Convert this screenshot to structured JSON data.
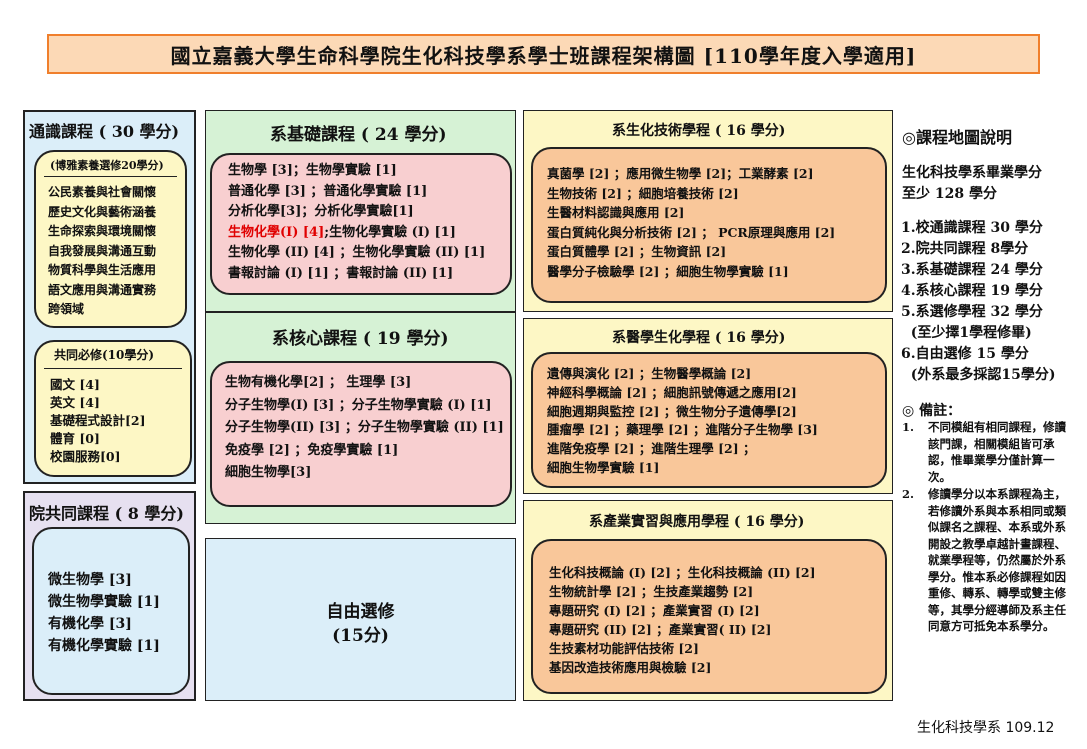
{
  "title": "國立嘉義大學生命科學院生化科技學系學士班課程架構圖 [110學年度入學適用]",
  "general": {
    "title": "通識課程 ( 30 學分)",
    "elective_box_title": "(博雅素養選修20學分)",
    "elective_items": [
      "公民素養與社會關懷",
      "歷史文化與藝術涵養",
      "生命探索與環境關懷",
      "自我發展與溝通互動",
      "物質科學與生活應用",
      "語文應用與溝通實務",
      "跨領域"
    ],
    "required_box_title": "共同必修(10學分)",
    "required_items": [
      "國文 [4]",
      "英文 [4]",
      "基礎程式設計[2]",
      "體育 [0]",
      "校園服務[0]"
    ]
  },
  "college": {
    "title": "院共同課程 ( 8 學分)",
    "items": [
      "微生物學 [3]",
      "微生物學實驗 [1]",
      "有機化學 [3]",
      "有機化學實驗 [1]"
    ]
  },
  "foundation": {
    "title": "系基礎課程 ( 24 學分)",
    "items": [
      "生物學 [3]；生物學實驗 [1]",
      "普通化學 [3] ；普通化學實驗 [1]",
      "分析化學[3]；分析化學實驗[1]"
    ],
    "highlight_item": "生物化學(I) [4]",
    "highlight_rest": ";生物化學實驗 (I) [1]",
    "items_after": [
      "生物化學 (II) [4] ；生物化學實驗 (II) [1]",
      "書報討論 (I) [1] ；書報討論 (II) [1]"
    ]
  },
  "core": {
    "title": "系核心課程 ( 19 學分)",
    "items": [
      "生物有機化學[2] ； 生理學 [3]",
      "分子生物學(I) [3] ；分子生物學實驗 (I) [1]",
      "分子生物學(II) [3] ；分子生物學實驗 (II) [1]",
      "免疫學 [2] ；免疫學實驗 [1]",
      "細胞生物學[3]"
    ]
  },
  "free": {
    "line1": "自由選修",
    "line2": "(15分)"
  },
  "biotech": {
    "title": "系生化技術學程 ( 16 學分)",
    "items": [
      "真菌學 [2] ；應用微生物學 [2]；工業酵素 [2]",
      "生物技術 [2] ；細胞培養技術 [2]",
      "生醫材料認識與應用 [2]",
      "蛋白質純化與分析技術 [2] ； PCR原理與應用 [2]",
      "蛋白質體學 [2] ；生物資訊 [2]",
      "醫學分子檢驗學 [2] ；細胞生物學實驗 [1]"
    ]
  },
  "medical": {
    "title": "系醫學生化學程 ( 16 學分)",
    "items": [
      "遺傳與演化 [2] ；生物醫學概論 [2]",
      "神經科學概論 [2] ；細胞訊號傳遞之應用[2]",
      "細胞週期與監控 [2] ；微生物分子遺傳學[2]",
      "腫瘤學 [2] ；藥理學 [2] ；進階分子生物學 [3]",
      "進階免疫學 [2] ；進階生理學 [2] ；",
      "細胞生物學實驗 [1]"
    ]
  },
  "industry": {
    "title": "系產業實習與應用學程 ( 16 學分)",
    "items": [
      "生化科技概論 (I) [2] ；生化科技概論 (II) [2]",
      "生物統計學 [2] ；生技產業趨勢 [2]",
      "專題研究 (I) [2] ；產業實習 (I) [2]",
      "專題研究 (II) [2] ；產業實習( II) [2]",
      "生技素材功能評估技術 [2]",
      "基因改造技術應用與檢驗 [2]"
    ]
  },
  "legend": {
    "title": "◎課程地圖說明",
    "summary1": "生化科技學系畢業學分",
    "summary2": "至少 128 學分",
    "lines": [
      "1.校通識課程 30 學分",
      "2.院共同課程 8學分",
      "3.系基礎課程 24 學分",
      "4.系核心課程 19 學分",
      "5.系選修學程 32 學分",
      "  (至少擇1學程修畢)",
      "6.自由選修 15 學分",
      "  (外系最多採認15學分)"
    ],
    "notes_title": "◎ 備註：",
    "note1_num": "1.",
    "note1": "不同模組有相同課程，修讀該門課，相關模組皆可承認，惟畢業學分僅計算一次。",
    "note2_num": "2.",
    "note2": "修讀學分以本系課程為主，若修讀外系與本系相同或類似課名之課程、本系或外系開設之教學卓越計畫課程、就業學程等，仍然屬於外系學分。惟本系必修課程如因重修、轉系、轉學或雙主修等，其學分經導師及系主任同意方可抵免本系學分。"
  },
  "footer": "生化科技學系 109.12",
  "colors": {
    "title_bg": "#fcd9b6",
    "title_border": "#f07f2c",
    "general_bg": "#dbeef9",
    "general_inner": "#fdf7c5",
    "college_bg": "#e6e0f0",
    "college_inner": "#dbeef9",
    "foundation_bg": "#d6f2d5",
    "foundation_inner": "#f8cfd0",
    "free_bg": "#dbeef9",
    "program_bg": "#fdf7c5",
    "program_inner": "#f9c79a"
  }
}
